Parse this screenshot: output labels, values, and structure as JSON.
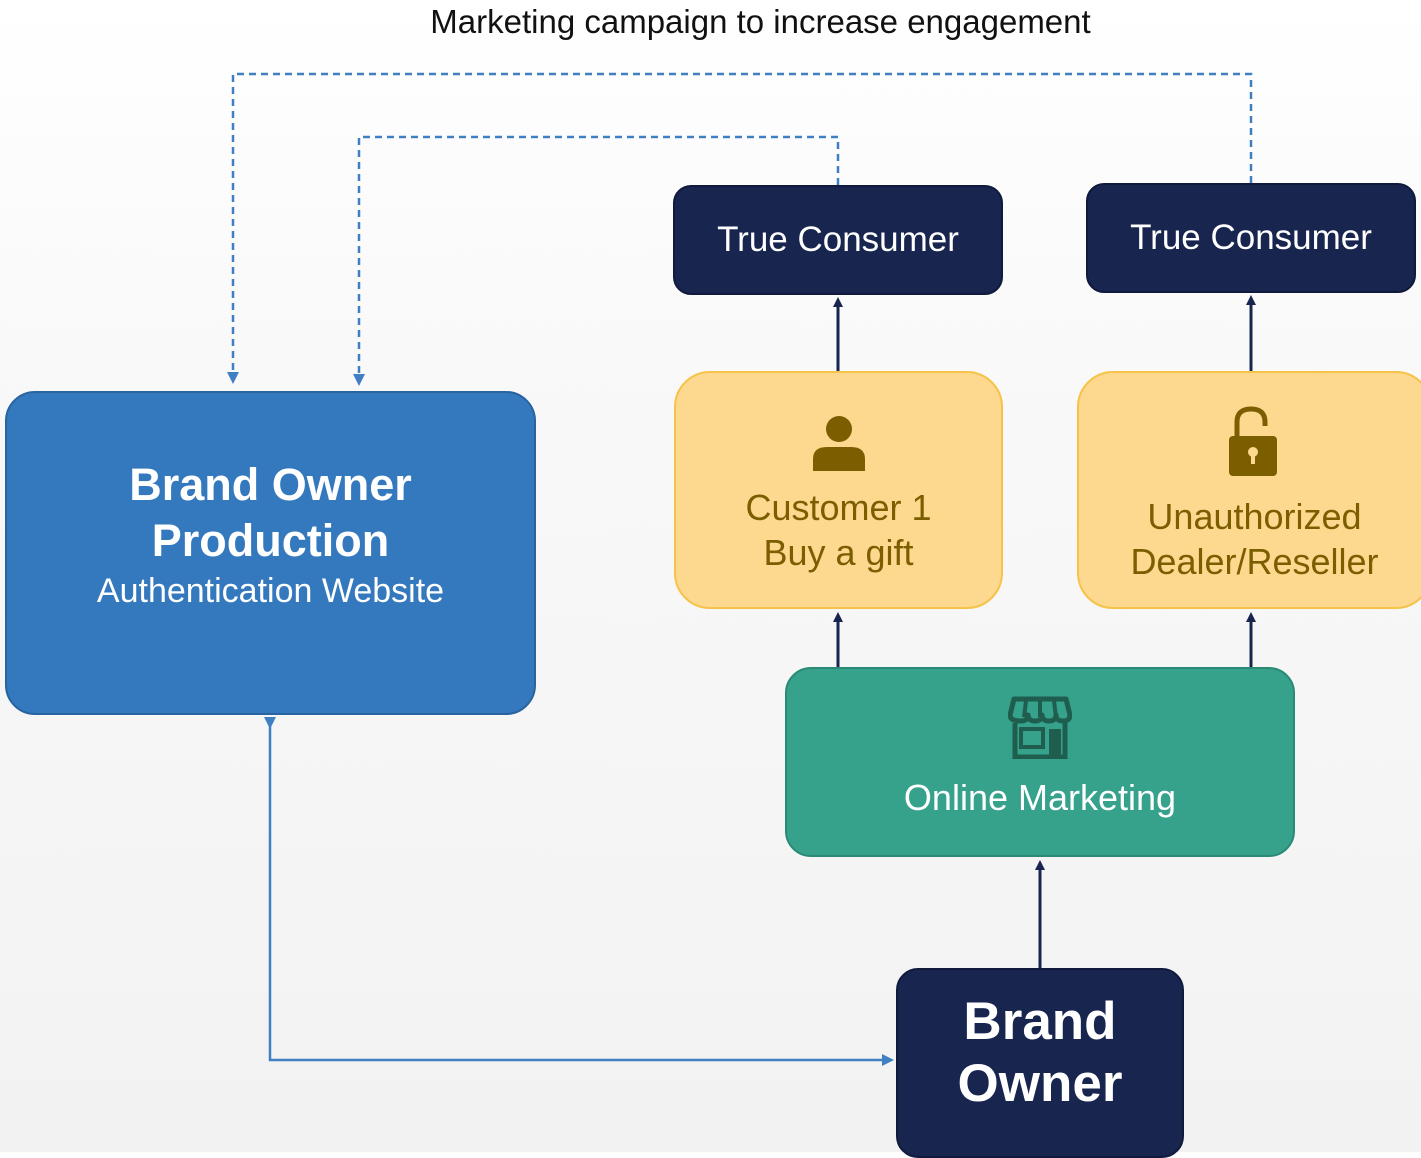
{
  "title": "Marketing campaign to increase engagement",
  "nodes": {
    "consumer_left": {
      "label": "True Consumer"
    },
    "consumer_right": {
      "label": "True Consumer"
    },
    "brand_production": {
      "line1": "Brand Owner",
      "line2": "Production",
      "line3": "Authentication Website"
    },
    "customer1": {
      "line1": "Customer 1",
      "line2": "Buy a gift",
      "icon": "person-icon"
    },
    "dealer": {
      "line1": "Unauthorized",
      "line2": "Dealer/Reseller",
      "icon": "unlocked-padlock-icon"
    },
    "online_marketing": {
      "label": "Online Marketing",
      "icon": "storefront-icon"
    },
    "brand_owner": {
      "line1": "Brand",
      "line2": "Owner"
    }
  },
  "colors": {
    "dark_navy": "#17254f",
    "brand_blue": "#3478bd",
    "yellow_fill": "#fdd98f",
    "yellow_text": "#7a5e00",
    "green_fill": "#36a28c",
    "green_icon": "#1f5e4f",
    "dashed_line": "#3f7fc2"
  }
}
